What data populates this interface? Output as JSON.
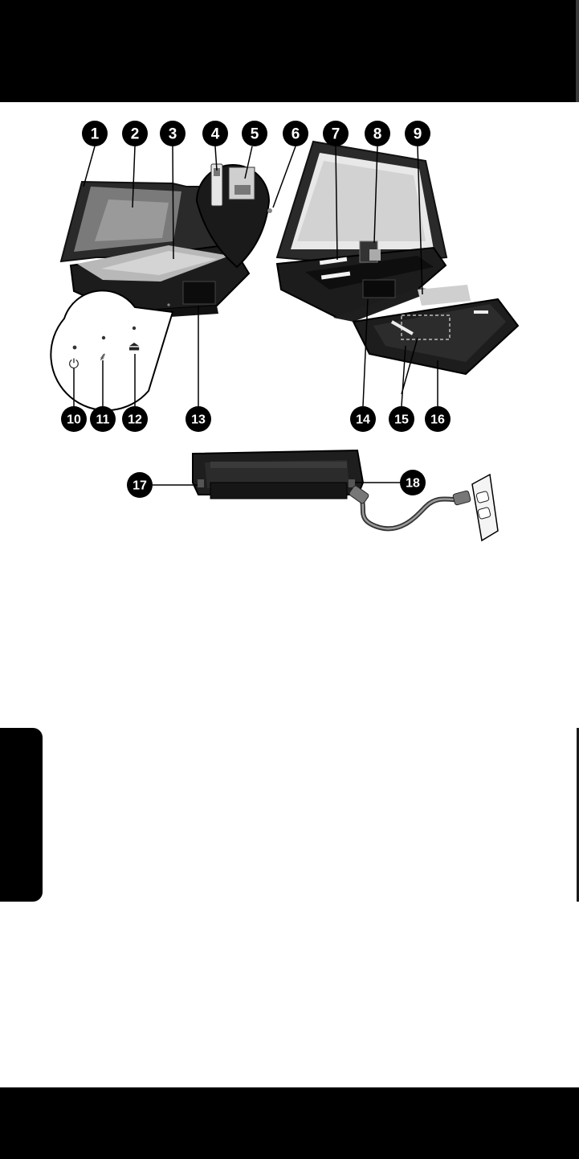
{
  "callouts": [
    "1",
    "2",
    "3",
    "4",
    "5",
    "6",
    "7",
    "8",
    "9",
    "10",
    "11",
    "12",
    "13",
    "14",
    "15",
    "16",
    "17",
    "18"
  ],
  "colors": {
    "background": "#ffffff",
    "bars": "#000000",
    "printer": "#1a1a1a"
  }
}
